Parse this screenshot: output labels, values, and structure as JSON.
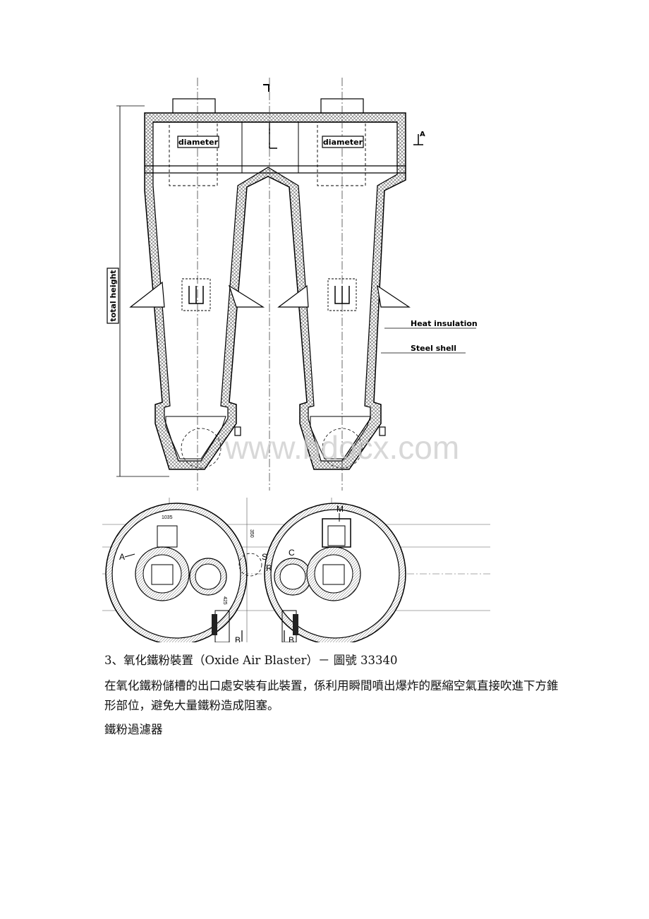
{
  "figure_elevation": {
    "labels": {
      "diameter_left": "diameter",
      "diameter_right": "diameter",
      "total_height": "total height",
      "heat_insulation": "Heat insulation",
      "steel_shell": "Steel shell",
      "section_marker": "A"
    },
    "watermark": "www.bdocx.com"
  },
  "figure_plan": {
    "labels": {
      "a": "A",
      "m": "M",
      "s": "S",
      "r": "R",
      "c": "C",
      "b_left": "B",
      "b_right": "B",
      "dim_top": "1035",
      "dim_side": "350",
      "dim_vertical": "425"
    }
  },
  "caption": "3、氧化鐵粉裝置（Oxide Air Blaster）－ 圖號 33340",
  "paragraph": "在氧化鐵粉儲槽的出口處安裝有此裝置，係利用瞬間噴出爆炸的壓縮空氣直接吹進下方錐形部位，避免大量鐵粉造成阻塞。",
  "section_title": "鐵粉過濾器"
}
